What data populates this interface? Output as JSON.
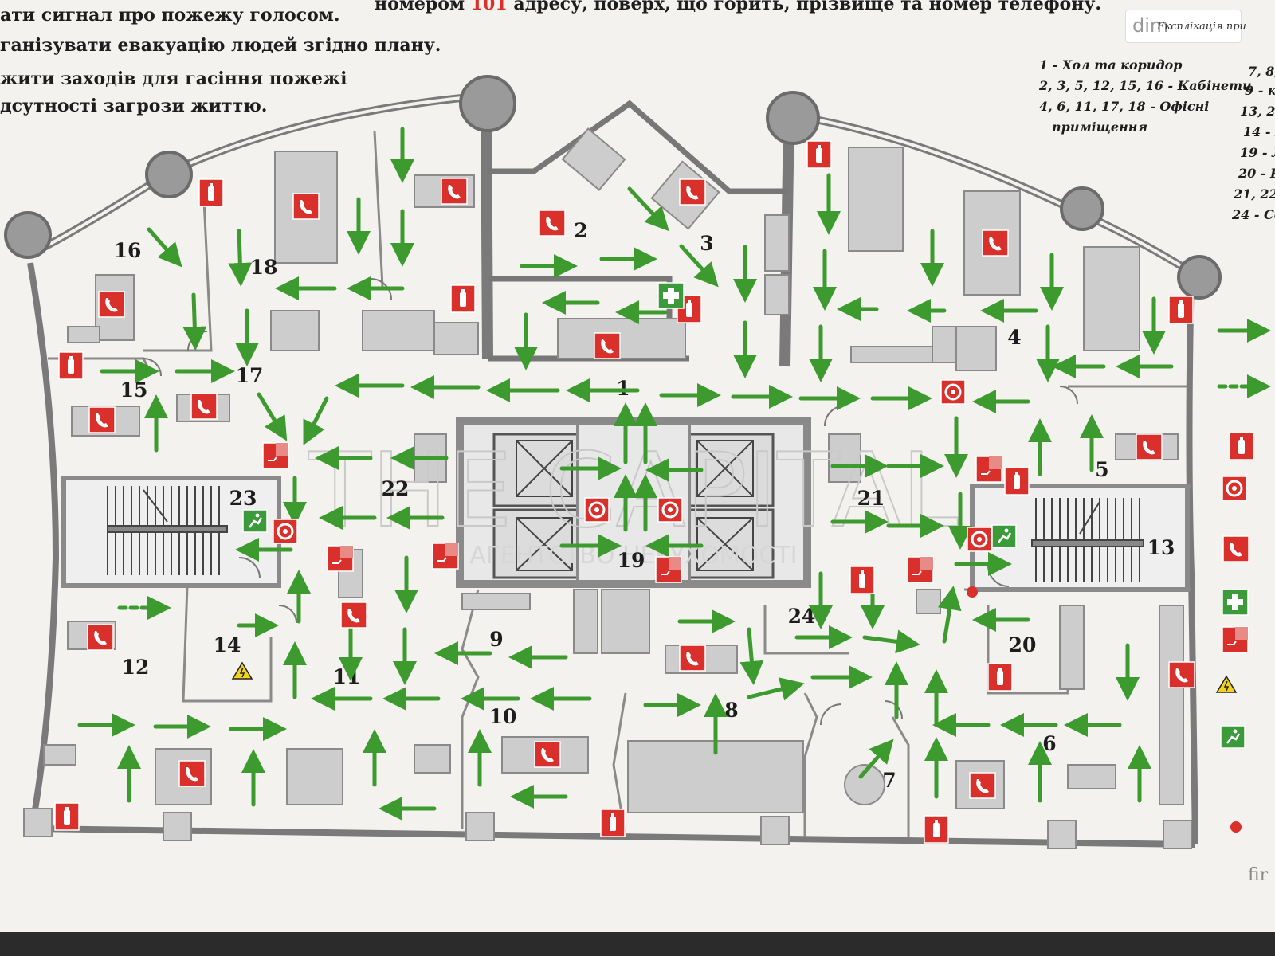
{
  "instructions": [
    "ати сигнал про пожежу голосом.",
    "ганізувати евакуацію людей згідно плану.",
    "жити заходів для гасіння пожежі",
    "дсутності загрози життю."
  ],
  "top_line": {
    "before": "номером ",
    "red": "101",
    "after": " адресу, поверх, що горить, прізвище та номер телефону."
  },
  "watermark": {
    "badge_text": "dim",
    "center_title": "THE CAPITAL",
    "center_sub": "АГЕНТСТВО НЕРУХОМОСТІ"
  },
  "legend": {
    "heading": "Експлікація при",
    "items": [
      "1 - Хол та коридор",
      "2, 3, 5, 12, 15, 16 - Кабінети",
      "4, 6, 11, 17, 18 - Офісні",
      "приміщення"
    ],
    "col2": [
      "7, 8,",
      "9 - к",
      "13, 2",
      "14 - Е",
      "19 - Л",
      "20 - К",
      "21, 22 -",
      "24 - Се"
    ]
  },
  "side_caption": "fir",
  "rooms": [
    {
      "id": "1",
      "label": "1"
    },
    {
      "id": "2",
      "label": "2"
    },
    {
      "id": "3",
      "label": "3"
    },
    {
      "id": "4",
      "label": "4"
    },
    {
      "id": "5",
      "label": "5"
    },
    {
      "id": "6",
      "label": "6"
    },
    {
      "id": "7",
      "label": "7"
    },
    {
      "id": "8",
      "label": "8"
    },
    {
      "id": "9",
      "label": "9"
    },
    {
      "id": "10",
      "label": "10"
    },
    {
      "id": "11",
      "label": "11"
    },
    {
      "id": "12",
      "label": "12"
    },
    {
      "id": "13",
      "label": "13"
    },
    {
      "id": "14",
      "label": "14"
    },
    {
      "id": "15",
      "label": "15"
    },
    {
      "id": "16",
      "label": "16"
    },
    {
      "id": "17",
      "label": "17"
    },
    {
      "id": "18",
      "label": "18"
    },
    {
      "id": "19",
      "label": "19"
    },
    {
      "id": "20",
      "label": "20"
    },
    {
      "id": "21",
      "label": "21"
    },
    {
      "id": "22",
      "label": "22"
    },
    {
      "id": "23",
      "label": "23"
    },
    {
      "id": "24",
      "label": "24"
    }
  ],
  "colors": {
    "arrow": "#3d9a2e",
    "sign_red": "#d9302c",
    "sign_green": "#3b9a3a",
    "wall": "#8a8a8a",
    "furniture": "#cfcfcf",
    "hazard": "#f2d21b"
  },
  "legend_icons": [
    "extinguisher-icon",
    "fire-alarm-icon",
    "phone-icon",
    "first-aid-icon",
    "fire-hose-icon",
    "electrical-hazard-icon",
    "emergency-exit-icon",
    "you-are-here-icon"
  ]
}
